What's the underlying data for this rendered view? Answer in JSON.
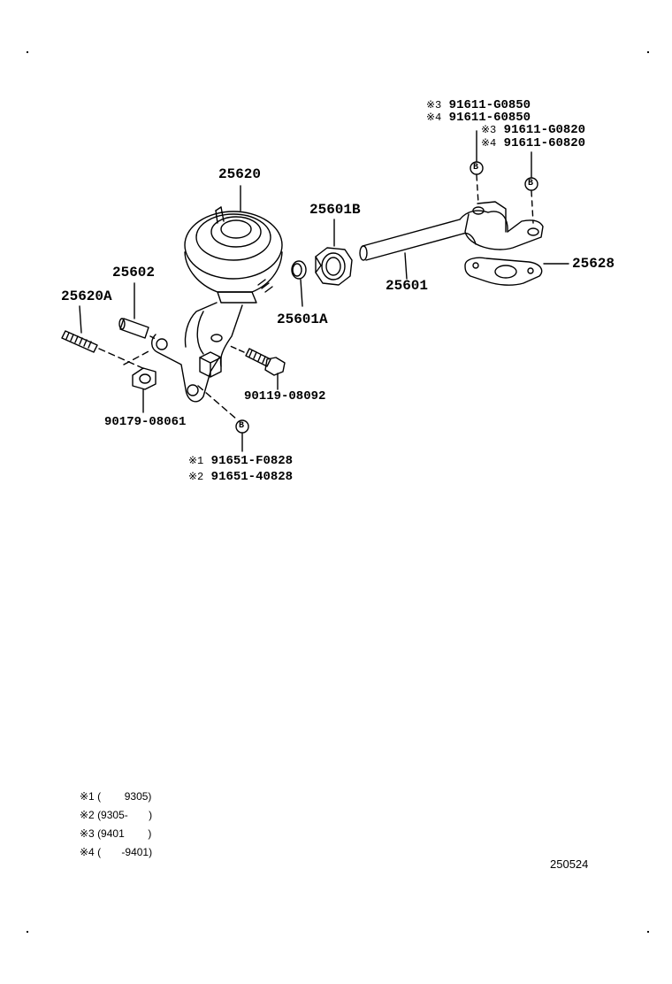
{
  "labels": {
    "p25620": "25620",
    "p25601b": "25601B",
    "p25602": "25602",
    "p25620a": "25620A",
    "p25601a": "25601A",
    "p25601": "25601",
    "p25628": "25628",
    "p90119": "90119-08092",
    "p90179": "90179-08061",
    "b_mark": "B"
  },
  "notes_top": [
    {
      "mark": "※3",
      "part": "91611-G0850"
    },
    {
      "mark": "※4",
      "part": "91611-60850"
    },
    {
      "mark": "※3",
      "part": "91611-G0820"
    },
    {
      "mark": "※4",
      "part": "91611-60820"
    }
  ],
  "notes_bottom": [
    {
      "mark": "※1",
      "part": "91651-F0828"
    },
    {
      "mark": "※2",
      "part": "91651-40828"
    }
  ],
  "legend": [
    "※1 (        9305)",
    "※2 (9305-       )",
    "※3 (9401        )",
    "※4 (       -9401)"
  ],
  "diagram_id": "250524"
}
